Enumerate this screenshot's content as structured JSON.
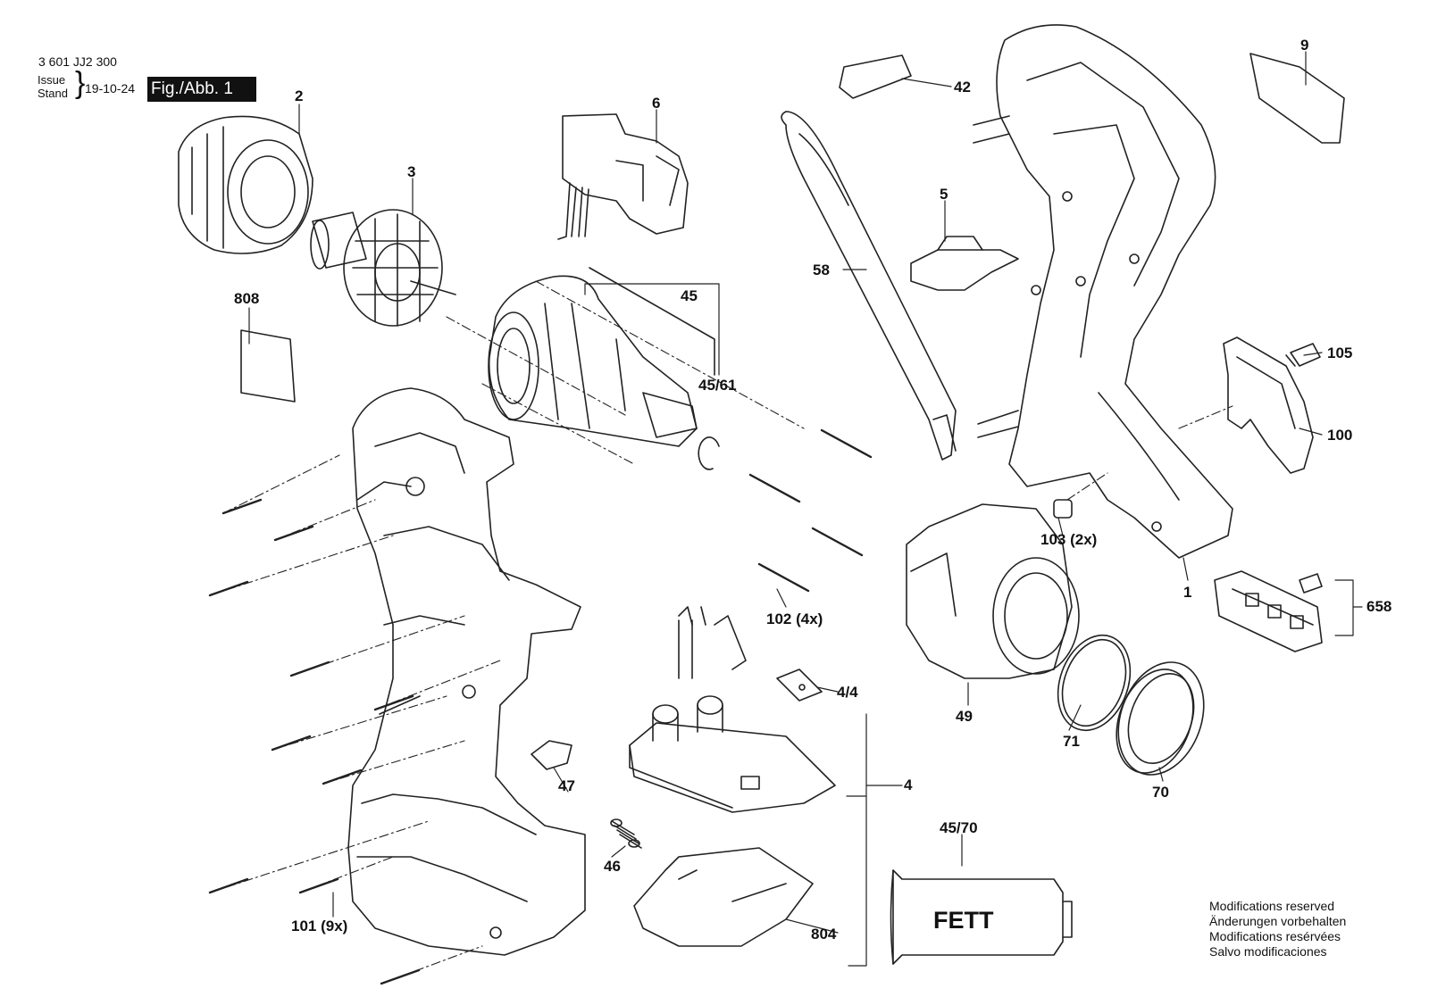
{
  "header": {
    "part_number": "3 601 JJ2 300",
    "issue_line1": "Issue",
    "issue_line2": "Stand",
    "date": "19-10-24",
    "figure_label": "Fig./Abb. 1"
  },
  "labels": {
    "l2": "2",
    "l3": "3",
    "l6": "6",
    "l808": "808",
    "l45": "45",
    "l45_61": "45/61",
    "l42": "42",
    "l58": "58",
    "l5": "5",
    "l9": "9",
    "l105": "105",
    "l100": "100",
    "l103": "103 (2x)",
    "l1": "1",
    "l658": "658",
    "l102": "102 (4x)",
    "l49": "49",
    "l71": "71",
    "l70": "70",
    "l4_4": "4/4",
    "l4": "4",
    "l47": "47",
    "l46": "46",
    "l804": "804",
    "l101": "101 (9x)",
    "l45_70": "45/70"
  },
  "grease_tube": {
    "text": "FETT"
  },
  "notes": [
    "Modifications reserved",
    "Änderungen vorbehalten",
    "Modifications resérvées",
    "Salvo modificaciones"
  ],
  "colors": {
    "line": "#222222",
    "background": "#ffffff",
    "figure_badge": "#111111"
  }
}
